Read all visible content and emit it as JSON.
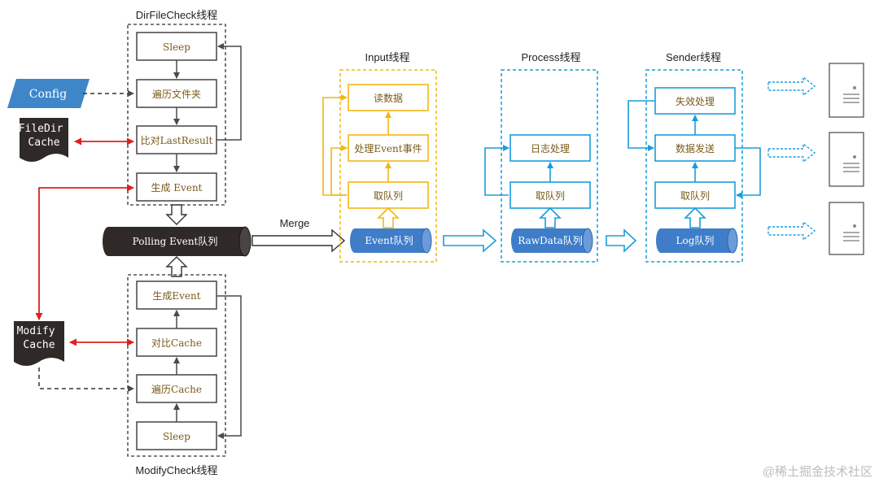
{
  "colors": {
    "gray": "#4a4a4a",
    "red": "#e02020",
    "gold": "#f2b714",
    "blue": "#1a9ddb",
    "db_blue": "#3f7dc9",
    "dark": "#2f2a28",
    "config_blue": "#3f86c9",
    "box_text": "#7a5a18"
  },
  "dirfilecheck": {
    "title": "DirFileCheck线程",
    "sleep": "Sleep",
    "traverse": "遍历文件夹",
    "compare": "比对LastResult",
    "gen_event": "生成 Event"
  },
  "modifycheck": {
    "title": "ModifyCheck线程",
    "gen_event": "生成Event",
    "compare": "对比Cache",
    "traverse": "遍历Cache",
    "sleep": "Sleep"
  },
  "config": "Config",
  "filedir_cache": "FileDir\nCache",
  "modify_cache": "Modify\nCache",
  "polling_queue": "Polling Event队列",
  "merge": "Merge",
  "input": {
    "title": "Input线程",
    "read": "读数据",
    "process": "处理Event事件",
    "take": "取队列",
    "queue": "Event队列"
  },
  "process": {
    "title": "Process线程",
    "log": "日志处理",
    "take": "取队列",
    "queue": "RawData队列"
  },
  "sender": {
    "title": "Sender线程",
    "fail": "失效处理",
    "send": "数据发送",
    "take": "取队列",
    "queue": "Log队列"
  },
  "watermark": "@稀土掘金技术社区"
}
